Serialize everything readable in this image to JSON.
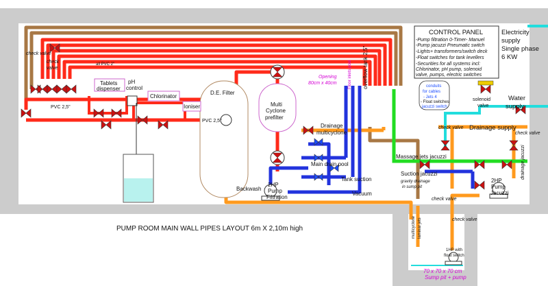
{
  "diagram_title": "PUMP ROOM MAIN WALL PIPES LAYOUT  6m X 2,10m high",
  "control_panel": {
    "title": "CONTROL PANEL",
    "lines": [
      "-Pump filtration 0-Timer- Manuel",
      "-Pump jacuzzi Pneumatic switch",
      "-Lights+ transformers/switch deck",
      "-Float switches for tank levellers",
      "-Securities for all systems incl:",
      "Chlorinator, pH pump, solenoid",
      "valve, pumps, electric switches"
    ]
  },
  "electricity": {
    "lines": [
      "Electricity",
      "supply",
      "Single phase",
      "6 KW"
    ]
  },
  "water_supply": {
    "lines": [
      "Water",
      "supply"
    ]
  },
  "drainage_supply": "Drainage supply",
  "labels": {
    "check_valve": "check valve",
    "check": "check",
    "valve": "valve",
    "pvc_2": "all PVC 2\"",
    "pvc_25_left": "PVC 2,5\"",
    "pvc_25_mid": "PVC 2,5\"",
    "tablets": [
      "Tablets",
      "dispenser"
    ],
    "ph": [
      "pH",
      "control"
    ],
    "chlorinator": "Chlorinator",
    "ioniser": "Ioniser",
    "de_filter": "D.E. Filter",
    "multicyclone": [
      "Multi",
      "Cyclone",
      "prefilter"
    ],
    "drainage_multicyclone": [
      "Drainage",
      "multicyclone"
    ],
    "main_drain_pool": "Main drain pool",
    "tank_suction": "Tank suction",
    "vacuum": "Vacuum",
    "backwash": "Backwash",
    "pump_filtration": [
      "2HP",
      "Pump",
      "Filtration"
    ],
    "pump_jacuzzi": [
      "2HP",
      "Pump",
      "Jacuzzi"
    ],
    "massage_jets": "Massage jets jacuzzi",
    "suction_jacuzzi": "Suction jacuzzi",
    "solenoid": [
      "solenoid",
      "valve"
    ],
    "opening": [
      "Opening",
      "80cm x 40cm"
    ],
    "overflow_tank": "overflow tank 2,5\"",
    "floor_inlets": "Floor inlets pool",
    "conduits": [
      "conduits",
      "for cables",
      "- Jets 4",
      "- Float switches",
      "jacuzzi switch"
    ],
    "gravity_drainage": [
      "gravity drainage",
      "in sump pit"
    ],
    "multicyclone_laminar": [
      "multicyclone",
      "laminar jets"
    ],
    "drainage_jacuzzi": "drainage jacuzzi",
    "sump_pump": [
      "1HP with",
      "float switch"
    ],
    "sump_pit": [
      "70 x 70 x 70 cm",
      "Sump pit + pump"
    ]
  },
  "colors": {
    "supply_red": "#ff2a1a",
    "suction_blue": "#2233dd",
    "return_brown": "#a87845",
    "drain_orange": "#ff9a1e",
    "jets_green": "#22dd22",
    "water_cyan": "#22dddd",
    "valve_red": "#cc1111",
    "wall_grey": "#cccccc",
    "accent_magenta": "#d400d4"
  }
}
